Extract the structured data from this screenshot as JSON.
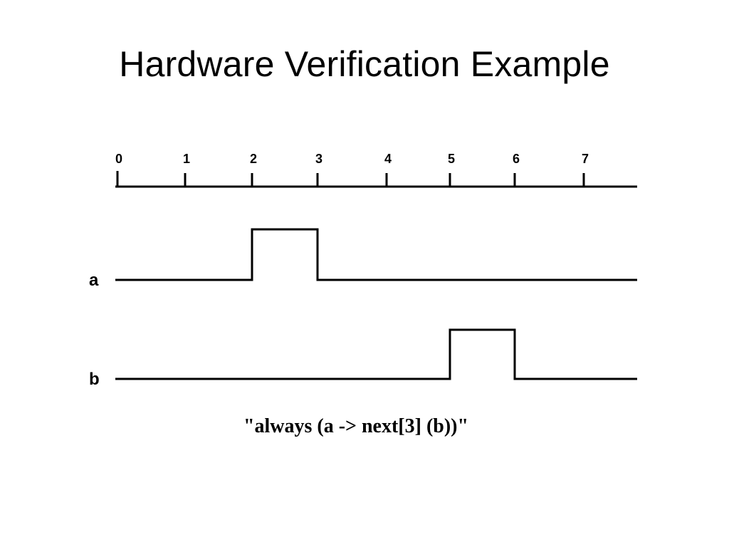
{
  "slide": {
    "title": "Hardware Verification Example"
  },
  "timeline": {
    "ticks": [
      "0",
      "1",
      "2",
      "3",
      "4",
      "5",
      "6",
      "7"
    ]
  },
  "signals": [
    {
      "name": "a",
      "high_intervals": [
        [
          2,
          3
        ]
      ]
    },
    {
      "name": "b",
      "high_intervals": [
        [
          5,
          6
        ]
      ]
    }
  ],
  "caption": "\"always (a -> next[3] (b))\""
}
